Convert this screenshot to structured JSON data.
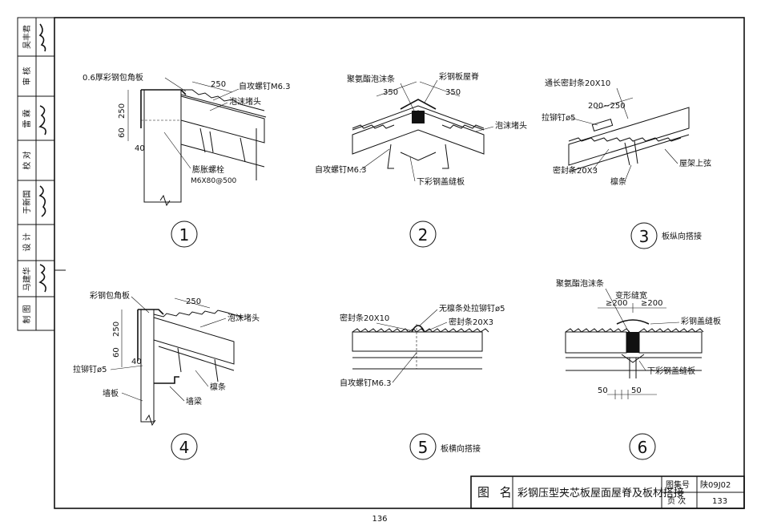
{
  "sidebar": {
    "rows": [
      {
        "role": "吴丰君"
      },
      {
        "role": "审 核"
      },
      {
        "role": "雷 霖"
      },
      {
        "role": "校 对"
      },
      {
        "role": "于新国"
      },
      {
        "role": "设 计"
      },
      {
        "role": "马建华"
      },
      {
        "role": "制 图"
      }
    ]
  },
  "details": {
    "d1": {
      "number": "1",
      "labels": {
        "corner_plate": "0.6厚彩钢包角板",
        "screw": "自攻螺钉M6.3",
        "foam_plug": "泡沫堵头",
        "bolt": "膨胀螺栓",
        "bolt_spec": "M6X80@500"
      },
      "dims": {
        "d250_top": "250",
        "d250_side": "250",
        "d60": "60",
        "d40": "40"
      }
    },
    "d2": {
      "number": "2",
      "labels": {
        "pu_strip": "聚氨酯泡沫条",
        "ridge": "彩钢板屋脊",
        "foam_plug": "泡沫堵头",
        "screw": "自攻螺钉M6.3",
        "lower_cover": "下彩钢盖缝板"
      },
      "dims": {
        "left": "350",
        "right": "350"
      }
    },
    "d3": {
      "number": "3",
      "caption": "板纵向搭接",
      "labels": {
        "long_seal": "通长密封条20X10",
        "rivet": "拉铆钉ø5",
        "seal": "密封条20X3",
        "purlin": "檩条",
        "truss": "屋架上弦"
      },
      "dims": {
        "range": "200~250"
      }
    },
    "d4": {
      "number": "4",
      "labels": {
        "corner_plate": "彩钢包角板",
        "foam_plug": "泡沫堵头",
        "rivet": "拉铆钉ø5",
        "wall": "墙板",
        "purlin": "檩条",
        "girt": "墙梁"
      },
      "dims": {
        "d250_top": "250",
        "d250_side": "250",
        "d60": "60",
        "d40": "40"
      }
    },
    "d5": {
      "number": "5",
      "caption": "板横向搭接",
      "labels": {
        "seal1": "密封条20X10",
        "rivet": "无檩条处拉铆钉ø5",
        "seal2": "密封条20X3",
        "screw": "自攻螺钉M6.3"
      }
    },
    "d6": {
      "number": "6",
      "labels": {
        "pu_strip": "聚氨酯泡沫条",
        "deform": "变形缝宽",
        "cover": "彩钢盖缝板",
        "lower_cover": "下彩钢盖缝板"
      },
      "dims": {
        "left": "≥200",
        "right": "≥200",
        "b_left": "50",
        "b_right": "50"
      }
    }
  },
  "title_block": {
    "label": "图 名",
    "title": "彩钢压型夹芯板屋面屋脊及板材搭接",
    "atlas_label": "图集号",
    "atlas_value": "陕09J02",
    "page_label": "页 次",
    "page_value": "133"
  },
  "page_number": "136"
}
